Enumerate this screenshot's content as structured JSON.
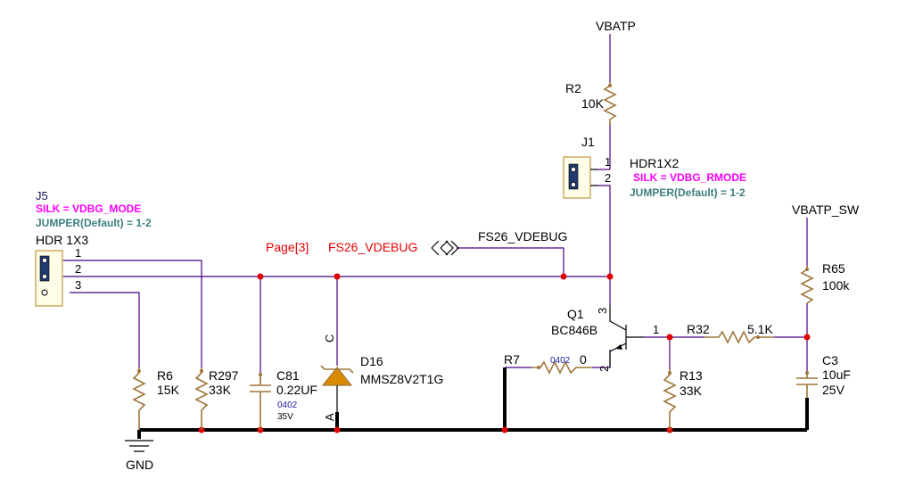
{
  "nets": {
    "vbatp": "VBATP",
    "vbatp_sw": "VBATP_SW",
    "gnd": "GND",
    "page_ref": "Page[3]",
    "fs26_vdebug_red": "FS26_VDEBUG",
    "fs26_vdebug": "FS26_VDEBUG"
  },
  "j5": {
    "ref": "J5",
    "silk": "SILK = VDBG_MODE",
    "jumper": "JUMPER(Default) = 1-2",
    "part": "HDR 1X3",
    "pin1": "1",
    "pin2": "2",
    "pin3": "3"
  },
  "j1": {
    "ref": "J1",
    "part": "HDR1X2",
    "silk": "SILK = VDBG_RMODE",
    "jumper": "JUMPER(Default) = 1-2",
    "pin1": "1",
    "pin2": "2"
  },
  "r2": {
    "ref": "R2",
    "value": "10K"
  },
  "r65": {
    "ref": "R65",
    "value": "100k"
  },
  "c3": {
    "ref": "C3",
    "value": "10uF",
    "voltage": "25V"
  },
  "q1": {
    "ref": "Q1",
    "part": "BC846B",
    "pin1": "1",
    "pin2": "2",
    "pin3": "3"
  },
  "r32": {
    "ref": "R32",
    "value": "5.1K"
  },
  "r7": {
    "ref": "R7",
    "package": "0402",
    "value": "0"
  },
  "r13": {
    "ref": "R13",
    "value": "33K"
  },
  "d16": {
    "ref": "D16",
    "part": "MMSZ8V2T1G",
    "cathode": "C",
    "anode": "A"
  },
  "c81": {
    "ref": "C81",
    "value": "0.22UF",
    "package": "0402",
    "voltage": "35V"
  },
  "r297": {
    "ref": "R297",
    "value": "33K"
  },
  "r6": {
    "ref": "R6",
    "value": "15K"
  },
  "colors": {
    "wire": "#4b0082",
    "junction": "#e00000",
    "component": "#a0773a",
    "silk": "#ff00ff",
    "jumper_note": "#3d7f7f"
  }
}
